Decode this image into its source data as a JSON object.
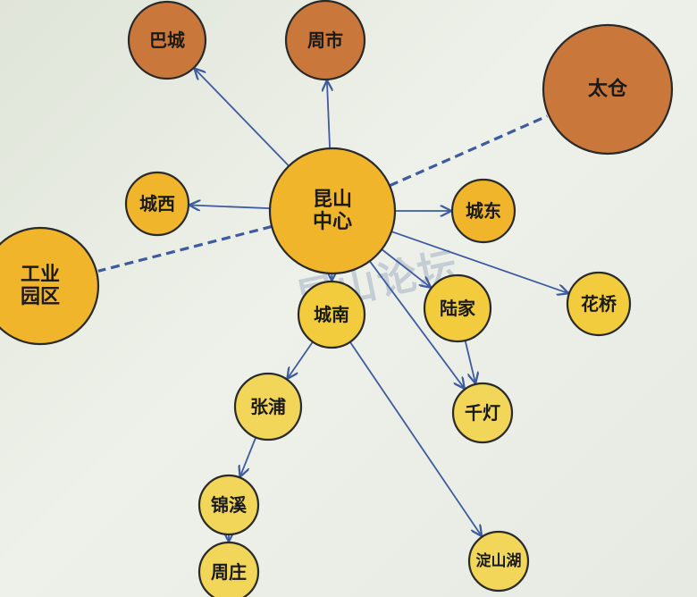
{
  "watermark": "昆山论坛",
  "colors": {
    "edge": "#3d5b9e",
    "dark": "#c9773a",
    "mid": "#f0b52a",
    "light": "#f2cc3c",
    "pale": "#f1d65a"
  },
  "nodes": [
    {
      "id": "center",
      "lines": [
        "昆山",
        "中心"
      ],
      "tone": "mid"
    },
    {
      "id": "bacheng",
      "lines": [
        "巴城"
      ],
      "tone": "dark"
    },
    {
      "id": "zhoushi",
      "lines": [
        "周市"
      ],
      "tone": "dark"
    },
    {
      "id": "taicang",
      "lines": [
        "太仓"
      ],
      "tone": "dark"
    },
    {
      "id": "chengxi",
      "lines": [
        "城西"
      ],
      "tone": "mid"
    },
    {
      "id": "chengdong",
      "lines": [
        "城东"
      ],
      "tone": "mid"
    },
    {
      "id": "gongyeyuanqu",
      "lines": [
        "工业",
        "园区"
      ],
      "tone": "mid"
    },
    {
      "id": "chengnan",
      "lines": [
        "城南"
      ],
      "tone": "light"
    },
    {
      "id": "lujia",
      "lines": [
        "陆家"
      ],
      "tone": "light"
    },
    {
      "id": "huaqiao",
      "lines": [
        "花桥"
      ],
      "tone": "light"
    },
    {
      "id": "zhangpu",
      "lines": [
        "张浦"
      ],
      "tone": "pale"
    },
    {
      "id": "qiandeng",
      "lines": [
        "千灯"
      ],
      "tone": "pale"
    },
    {
      "id": "jinxi",
      "lines": [
        "锦溪"
      ],
      "tone": "pale"
    },
    {
      "id": "zhouzhuang",
      "lines": [
        "周庄"
      ],
      "tone": "pale"
    },
    {
      "id": "dianshanhu",
      "lines": [
        "淀山湖"
      ],
      "tone": "pale"
    }
  ],
  "edges": [
    {
      "from": "center",
      "to": "bacheng",
      "style": "arrow"
    },
    {
      "from": "center",
      "to": "zhoushi",
      "style": "arrow"
    },
    {
      "from": "center",
      "to": "chengxi",
      "style": "arrow"
    },
    {
      "from": "center",
      "to": "chengdong",
      "style": "arrow"
    },
    {
      "from": "center",
      "to": "chengnan",
      "style": "arrow"
    },
    {
      "from": "center",
      "to": "lujia",
      "style": "arrow"
    },
    {
      "from": "center",
      "to": "huaqiao",
      "style": "arrow"
    },
    {
      "from": "center",
      "to": "qiandeng",
      "style": "arrow"
    },
    {
      "from": "center",
      "to": "taicang",
      "style": "dashed"
    },
    {
      "from": "center",
      "to": "gongyeyuanqu",
      "style": "dashed"
    },
    {
      "from": "chengnan",
      "to": "zhangpu",
      "style": "arrow"
    },
    {
      "from": "chengnan",
      "to": "dianshanhu",
      "style": "arrow"
    },
    {
      "from": "lujia",
      "to": "qiandeng",
      "style": "arrow"
    },
    {
      "from": "zhangpu",
      "to": "jinxi",
      "style": "arrow"
    },
    {
      "from": "jinxi",
      "to": "zhouzhuang",
      "style": "arrow"
    }
  ]
}
